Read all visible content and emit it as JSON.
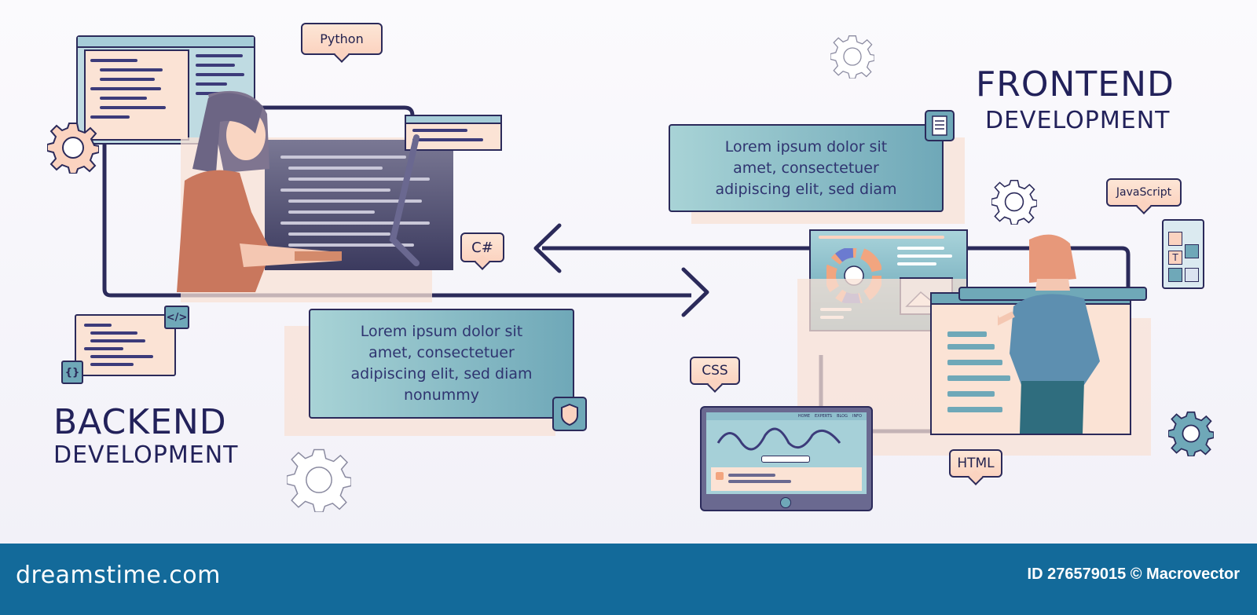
{
  "backend": {
    "title_line1": "BACKEND",
    "title_line2": "DEVELOPMENT"
  },
  "frontend": {
    "title_line1": "FRONTEND",
    "title_line2": "DEVELOPMENT"
  },
  "text_box_top": {
    "line1": "Lorem ipsum dolor sit",
    "line2": "amet, consectetuer",
    "line3": "adipiscing elit, sed diam"
  },
  "text_box_bottom": {
    "line1": "Lorem ipsum dolor sit",
    "line2": "amet, consectetuer",
    "line3": "adipiscing elit, sed diam",
    "line4": "nonummy"
  },
  "tags": {
    "python": "Python",
    "csharp": "C#",
    "css": "CSS",
    "javascript": "JavaScript",
    "html": "HTML"
  },
  "code_icons": {
    "code_tag": "</>",
    "braces": "{}"
  },
  "tablet": {
    "nav": [
      "HOME",
      "EXPERTS",
      "BLOG",
      "INFO"
    ]
  },
  "footer": {
    "logo": "dreamstime.com",
    "id_text": "ID 276579015 © Macrovector"
  },
  "colors": {
    "navy": "#2b2a5a",
    "teal": "#6fa8b8",
    "peach": "#fbd3c0",
    "footer_blue": "#136a9a"
  },
  "icons": [
    "gear-icon",
    "document-icon",
    "shield-icon",
    "code-tag-icon",
    "braces-icon",
    "arrow-left-icon",
    "arrow-right-icon",
    "color-wheel-icon",
    "image-icon"
  ]
}
